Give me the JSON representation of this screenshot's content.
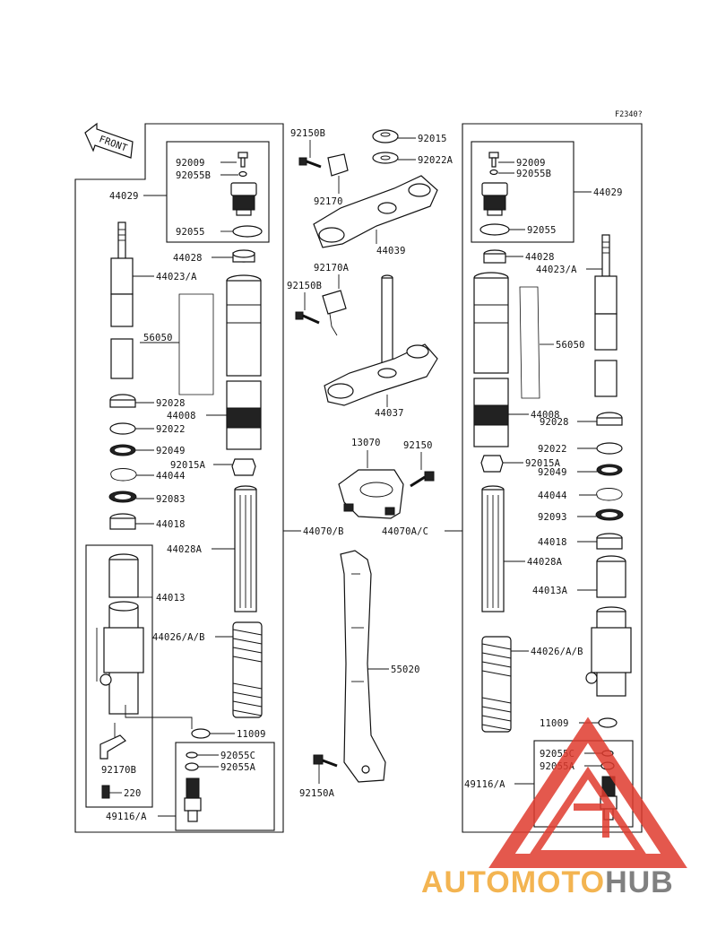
{
  "ref_code": "F2340?",
  "front_label": "FRONT",
  "left": {
    "p44029": "44029",
    "p92009": "92009",
    "p92055B": "92055B",
    "p92055": "92055",
    "p44028": "44028",
    "p44023A": "44023/A",
    "p56050": "56050",
    "p92028": "92028",
    "p44008": "44008",
    "p92022": "92022",
    "p92049": "92049",
    "p92015A": "92015A",
    "p44044": "44044",
    "p92083": "92083",
    "p44018": "44018",
    "p44028A": "44028A",
    "p44013": "44013",
    "p44026AB": "44026/A/B",
    "p11009": "11009",
    "p92170B": "92170B",
    "p220": "220",
    "p92055C": "92055C",
    "p92055A": "92055A",
    "p49116A": "49116/A",
    "p44070AB": "44070/B"
  },
  "center": {
    "p92150B_1": "92150B",
    "p92170": "92170",
    "p92015": "92015",
    "p92022A": "92022A",
    "p44039": "44039",
    "p92170A": "92170A",
    "p92150B_2": "92150B",
    "p44037": "44037",
    "p13070": "13070",
    "p92150": "92150",
    "p55020": "55020",
    "p92150A": "92150A"
  },
  "right": {
    "p92009": "92009",
    "p92055B": "92055B",
    "p44029": "44029",
    "p92055": "92055",
    "p44028": "44028",
    "p44023A": "44023/A",
    "p56050": "56050",
    "p44008": "44008",
    "p92028": "92028",
    "p92022": "92022",
    "p92015A": "92015A",
    "p92049": "92049",
    "p44044": "44044",
    "p92093": "92093",
    "p44018": "44018",
    "p44028A": "44028A",
    "p44013A": "44013A",
    "p44026AB": "44026/A/B",
    "p11009": "11009",
    "p92055C": "92055C",
    "p92055A": "92055A",
    "p49116A": "49116/A",
    "p44070AC": "44070A/C"
  },
  "watermark": {
    "text_part1": "AUTOMOTO",
    "text_part2": "HUB",
    "color_red": "#e03b2e",
    "color_orange": "#f2a733",
    "color_gray": "#6b6b6b"
  }
}
